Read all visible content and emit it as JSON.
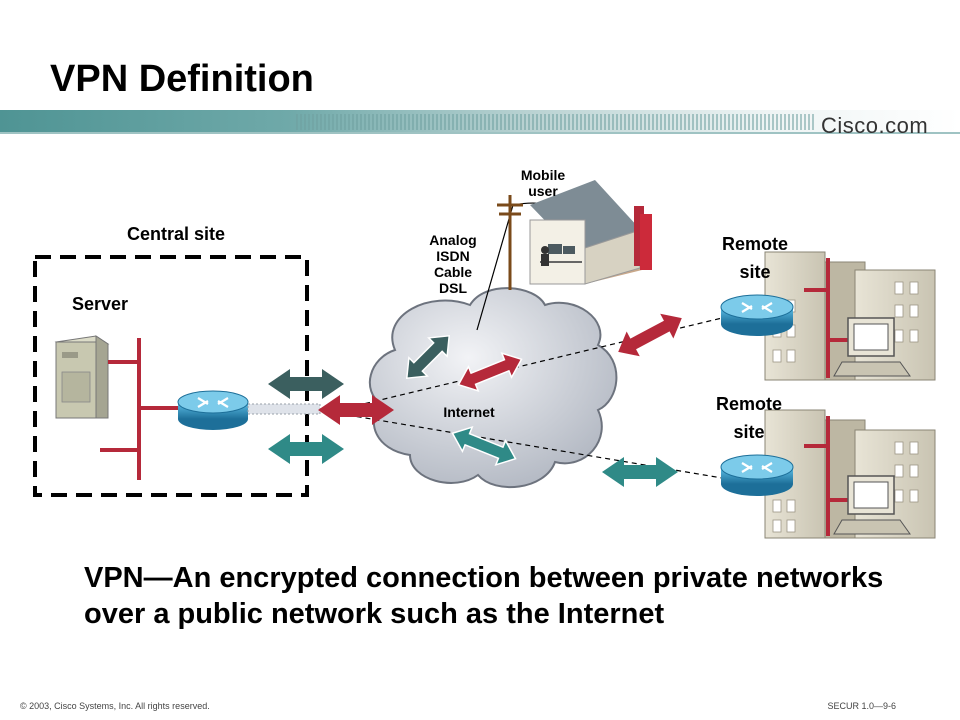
{
  "slide": {
    "title": "VPN Definition",
    "logo_text": "Cisco.com",
    "labels": {
      "central_site": "Central site",
      "server": "Server",
      "internet": "Internet",
      "mobile_user": "Mobile\nuser",
      "access_types": "Analog\nISDN\nCable\nDSL",
      "remote_site_top": "Remote\nsite",
      "remote_site_bottom": "Remote\nsite"
    },
    "definition": "VPN—An encrypted connection between private networks over a public network such as the Internet",
    "footer_left": "© 2003, Cisco Systems, Inc. All rights reserved.",
    "footer_right": "SECUR 1.0—9-6"
  },
  "colors": {
    "banner_teal": "#5f9ea0",
    "arrow_red": "#b5293a",
    "arrow_teal": "#2f8a87",
    "arrow_dark": "#3b5f5f",
    "router_blue": "#2a8fbd",
    "cloud_gray": "#c8ccd4"
  },
  "icons": [
    "server-icon",
    "router-icon",
    "cloud-icon",
    "house-icon",
    "building-icon",
    "workstation-icon",
    "utility-pole-icon"
  ]
}
